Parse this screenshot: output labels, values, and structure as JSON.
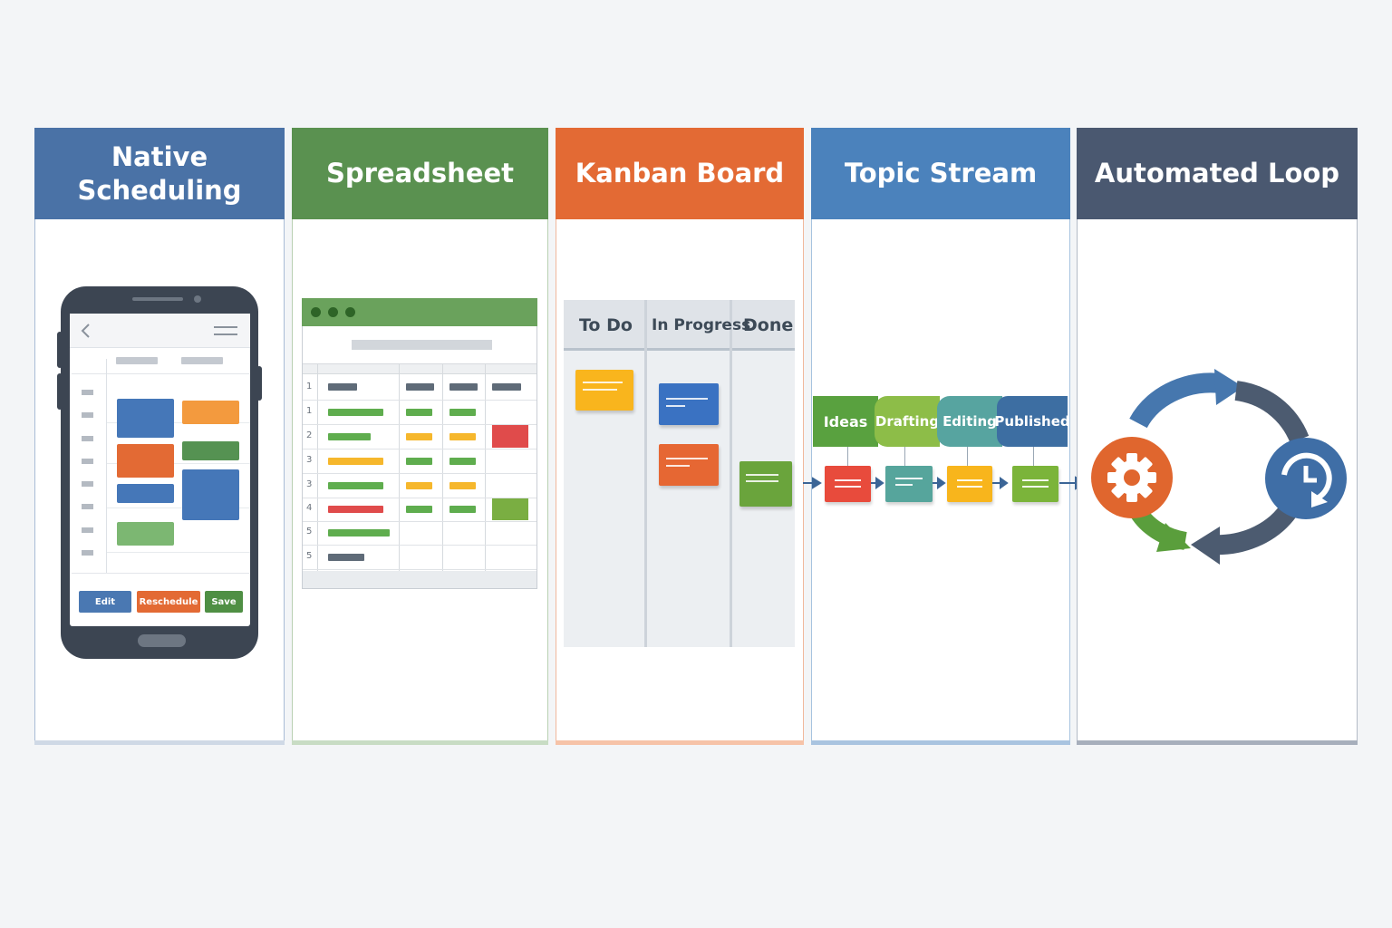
{
  "colors": {
    "native_blue": "#4a72a6",
    "spreadsheet_green": "#5a9150",
    "kanban_orange": "#e36a34",
    "topic_blue": "#4b82bc",
    "loop_slate": "#4a5870"
  },
  "panels": {
    "native": {
      "title_line1": "Native",
      "title_line2": "Scheduling",
      "buttons": {
        "edit": "Edit",
        "reschedule": "Reschedule",
        "save": "Save"
      }
    },
    "spreadsheet": {
      "title": "Spreadsheet",
      "row_numbers": [
        "1",
        "1",
        "2",
        "3",
        "3",
        "4",
        "5",
        "5"
      ]
    },
    "kanban": {
      "title": "Kanban Board",
      "columns": [
        "To Do",
        "In Progress",
        "Done"
      ]
    },
    "topic": {
      "title": "Topic Stream",
      "stages": [
        "Ideas",
        "Drafting",
        "Editing",
        "Published"
      ]
    },
    "loop": {
      "title": "Automated Loop",
      "icons": [
        "gear-icon",
        "clock-refresh-icon"
      ]
    }
  }
}
